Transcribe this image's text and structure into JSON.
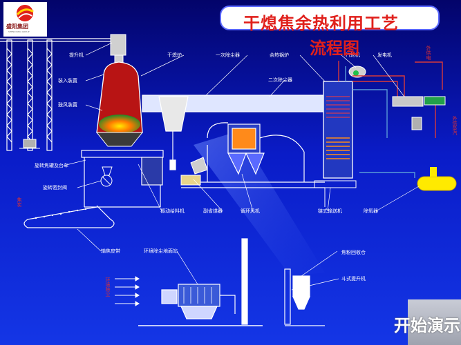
{
  "title": "干熄焦余热利用工艺",
  "subtitle": "流程图",
  "logo": {
    "text": "盛阳集团",
    "subtext": "SHENGYANG GROUP"
  },
  "start_button": {
    "label": "开始演示"
  },
  "labels": {
    "hoist": "提升机",
    "charging": "装入装置",
    "blowing": "鼓风装置",
    "coke_tank": "旋转焦罐及台车",
    "rotary_seal": "旋转密封阀",
    "cdq_furnace": "干熄炉",
    "primary_dust": "一次除尘器",
    "waste_boiler": "余热锅炉",
    "secondary_dust": "二次除尘器",
    "turbine": "汽轮机",
    "generator": "发电机",
    "vibrating_feeder": "振动给料机",
    "sub_economizer": "副省煤器",
    "circulation_fan": "循环风机",
    "chain_conveyor": "链式输送机",
    "deaerator": "除氧器",
    "coke_belt": "输焦皮带",
    "env_dust_station": "环境除尘地面站",
    "coke_powder_tank": "焦粉回收仓",
    "bucket_elevator": "斗式提升机",
    "coke_side": "焦炭",
    "power_out": "外供电",
    "steam_out": "外供蒸汽",
    "env_dust_left": "环境除尘"
  },
  "colors": {
    "accent_red": "#e0201c",
    "furnace_red": "#b81414",
    "pipe_blue": "#5a9ad8",
    "pipe_red": "#d83a3a",
    "frame_white": "#ffffff",
    "tank_yellow": "#ffea00"
  }
}
